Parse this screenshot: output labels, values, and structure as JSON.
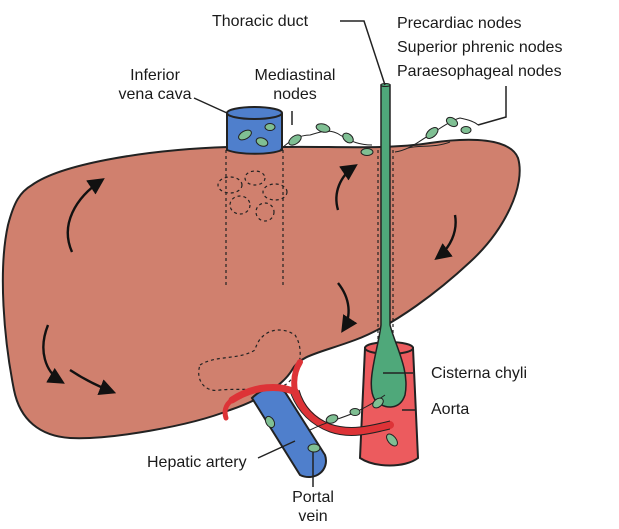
{
  "labels": {
    "thoracic_duct": "Thoracic duct",
    "precardiac_nodes": "Precardiac nodes",
    "superior_phrenic_nodes": "Superior phrenic nodes",
    "paraesophageal_nodes": "Paraesophageal nodes",
    "inferior_vena_cava_1": "Inferior",
    "inferior_vena_cava_2": "vena cava",
    "mediastinal_nodes_1": "Mediastinal",
    "mediastinal_nodes_2": "nodes",
    "cisterna_chyli": "Cisterna chyli",
    "aorta": "Aorta",
    "hepatic_artery": "Hepatic artery",
    "portal_vein_1": "Portal",
    "portal_vein_2": "vein"
  },
  "colors": {
    "liver": "#d0806e",
    "outline": "#222222",
    "vena_cava": "#4f7fcc",
    "aorta": "#ec5b5e",
    "artery": "#dd3337",
    "lymph_duct": "#4fa87a",
    "node": "#7fbf93"
  }
}
